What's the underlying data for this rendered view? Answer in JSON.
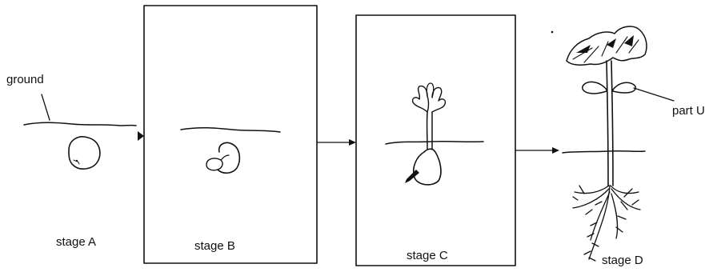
{
  "labels": {
    "ground": "ground",
    "stage_a": "stage A",
    "stage_b": "stage B",
    "stage_c": "stage C",
    "stage_d": "stage D",
    "part_u": "part U"
  }
}
